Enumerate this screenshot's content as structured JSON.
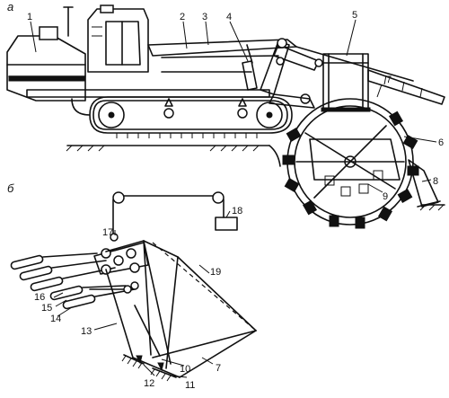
{
  "panels": {
    "top": "а",
    "bottom": "б"
  },
  "labels": {
    "top": [
      "1",
      "2",
      "3",
      "4",
      "5",
      "6",
      "7",
      "8",
      "9"
    ],
    "bottom": [
      "10",
      "11",
      "12",
      "13",
      "14",
      "15",
      "16",
      "17",
      "18",
      "19",
      "7"
    ]
  }
}
